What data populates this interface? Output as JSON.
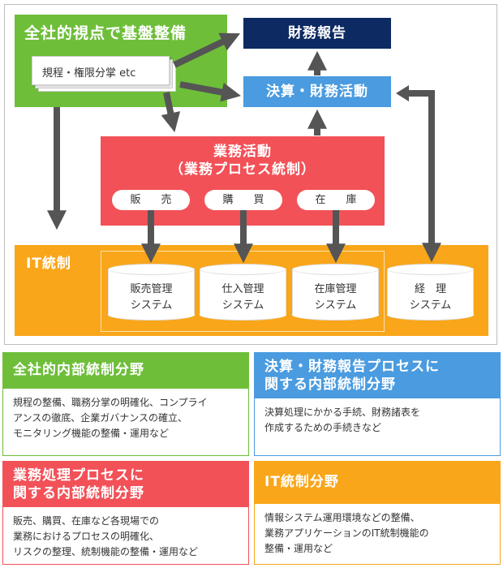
{
  "diagram": {
    "green_title": "全社的視点で基盤整備",
    "rules_label": "規程・権限分掌 etc",
    "financial_report": "財務報告",
    "settlement": "決算・財務活動",
    "business_title_1": "業務活動",
    "business_title_2": "（業務プロセス統制）",
    "pills": [
      "販　売",
      "購　買",
      "在　庫"
    ],
    "it_label": "IT統制",
    "systems": [
      {
        "line1": "販売管理",
        "line2": "システム"
      },
      {
        "line1": "仕入管理",
        "line2": "システム"
      },
      {
        "line1": "在庫管理",
        "line2": "システム"
      },
      {
        "line1": "経　理",
        "line2": "システム"
      }
    ]
  },
  "cards": [
    {
      "title_line1": "全社的内部統制分野",
      "title_line2": "",
      "body": [
        "規程の整備、職務分掌の明確化、コンプライ",
        "アンスの徹底、企業ガバナンスの確立、",
        "モニタリング機能の整備・運用など"
      ],
      "color": "#6ebe3a"
    },
    {
      "title_line1": "決算・財務報告プロセスに",
      "title_line2": "関する内部統制分野",
      "body": [
        "決算処理にかかる手続、財務諸表を",
        "作成するための手続きなど"
      ],
      "color": "#4a9bdf"
    },
    {
      "title_line1": "業務処理プロセスに",
      "title_line2": "関する内部統制分野",
      "body": [
        "販売、購買、在庫など各現場での",
        "業務におけるプロセスの明確化、",
        "リスクの整理、統制機能の整備・運用など"
      ],
      "color": "#f25158"
    },
    {
      "title_line1": "IT統制分野",
      "title_line2": "",
      "body": [
        "情報システム運用環境などの整備、",
        "業務アプリケーションのIT統制機能の",
        "整備・運用など"
      ],
      "color": "#f9a61a"
    }
  ],
  "colors": {
    "green": "#6ebe3a",
    "navy": "#0d2a63",
    "blue": "#4a9bdf",
    "red": "#f25158",
    "orange": "#f9a61a",
    "arrow": "#555555"
  }
}
